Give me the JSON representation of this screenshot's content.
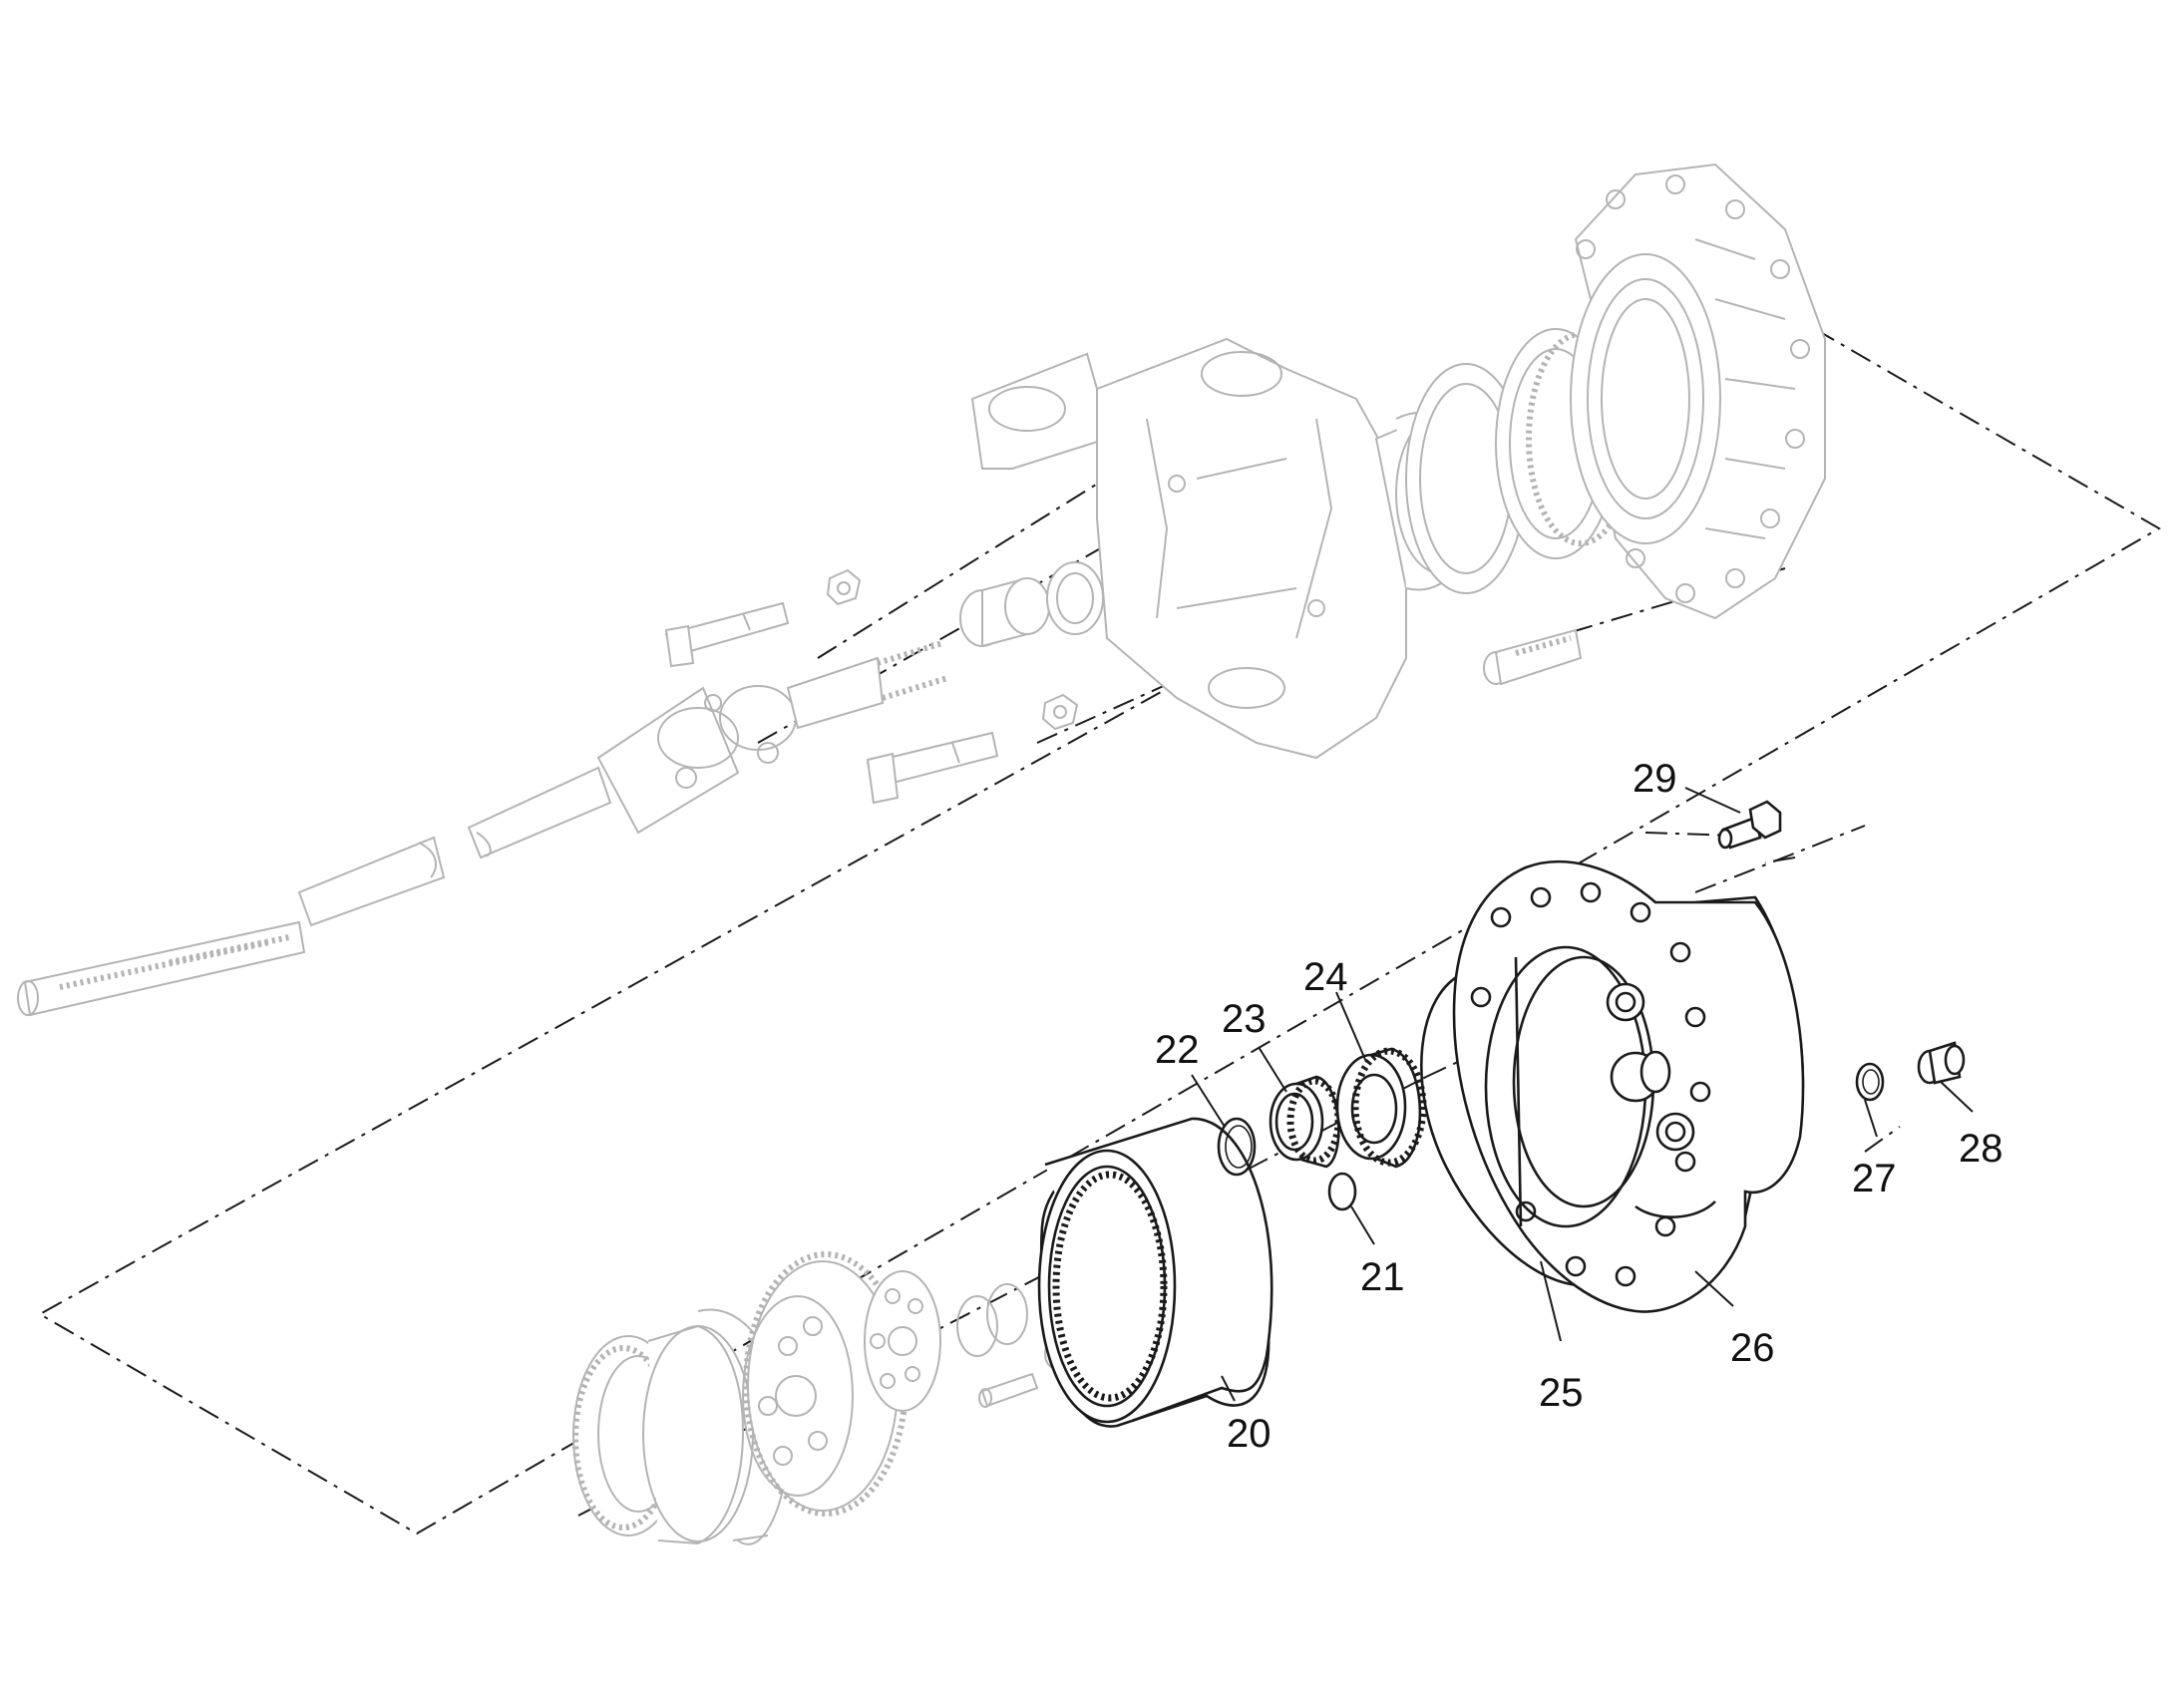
{
  "callouts": {
    "c20": "20",
    "c21": "21",
    "c22": "22",
    "c23": "23",
    "c24": "24",
    "c25": "25",
    "c26": "26",
    "c27": "27",
    "c28": "28",
    "c29": "29"
  },
  "colors": {
    "highlighted_parts": "#1a1a1a",
    "context_parts": "#b4b4b4",
    "background": "#ffffff"
  }
}
